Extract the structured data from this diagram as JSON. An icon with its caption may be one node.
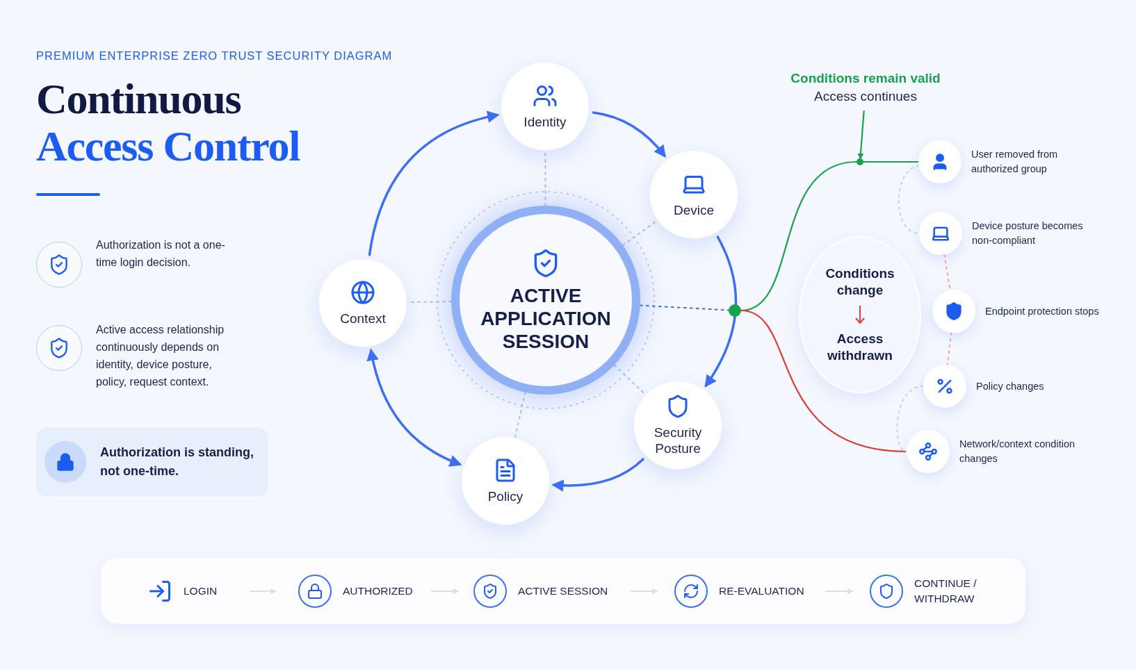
{
  "diagram": {
    "title": "Continuous Access Control",
    "nodes": [
      {
        "text": [
          "Identity"
        ]
      },
      {
        "text": [
          "Device"
        ]
      },
      {
        "text": [
          "Context"
        ]
      },
      {
        "text": [
          "ACTIVE APPLICATION SESSION"
        ]
      },
      {
        "text": [
          "Security Posture"
        ]
      },
      {
        "text": [
          "Policy"
        ]
      },
      {
        "text": [],
        "shape": "circle"
      },
      {
        "text": [
          "Conditions remain valid",
          "Access continues"
        ]
      },
      {
        "text": [],
        "shape": "circle"
      },
      {
        "text": [
          "Conditions change",
          "Access withdrawn"
        ]
      },
      {
        "text": [],
        "shape": "circle",
        "beside": [
          "User removed from authorized group"
        ]
      },
      {
        "text": [],
        "shape": "circle",
        "beside": [
          "Device posture becomes non-compliant"
        ]
      },
      {
        "text": [],
        "shape": "circle",
        "beside": [
          "Endpoint protection stops"
        ]
      },
      {
        "text": [],
        "shape": "circle",
        "beside": [
          "Policy changes"
        ]
      },
      {
        "text": [],
        "shape": "circle",
        "beside": [
          "Network/context condition changes"
        ]
      },
      {
        "text": [
          "LOGIN"
        ]
      },
      {
        "text": [
          "AUTHORIZED"
        ]
      },
      {
        "text": [
          "ACTIVE SESSION"
        ]
      },
      {
        "text": [
          "RE-EVALUATION"
        ]
      },
      {
        "text": [
          "CONTINUE / WITHDRAW"
        ]
      },
      {
        "text": [
          "Authorization is standing, not one-time."
        ]
      }
    ],
    "edges": [
      {
        "from": 2,
        "to": 0,
        "arrow": "to"
      },
      {
        "from": 0,
        "to": 1,
        "arrow": "to"
      },
      {
        "from": 1,
        "to": 4,
        "arrow": "to"
      },
      {
        "from": 4,
        "to": 5,
        "arrow": "to"
      },
      {
        "from": 5,
        "to": 2,
        "arrow": "both"
      },
      {
        "from": 3,
        "to": 0,
        "arrow": "none",
        "style": "dashed",
        "color": "#a9c0f5"
      },
      {
        "from": 3,
        "to": 1,
        "arrow": "none",
        "style": "dashed",
        "color": "#a9c0f5"
      },
      {
        "from": 3,
        "to": 4,
        "arrow": "none",
        "style": "dashed",
        "color": "#a9c0f5"
      },
      {
        "from": 3,
        "to": 5,
        "arrow": "none",
        "style": "dashed",
        "color": "#a9c0f5"
      },
      {
        "from": 3,
        "to": 2,
        "arrow": "none",
        "style": "dashed",
        "color": "#a9c0f5"
      },
      {
        "from": 3,
        "to": 6,
        "arrow": "none",
        "style": "dashed"
      },
      {
        "from": 7,
        "to": 8,
        "arrow": "to",
        "color": "#16a34a"
      },
      {
        "from": 6,
        "to": 8,
        "arrow": "none",
        "color": "#16a34a"
      },
      {
        "from": 8,
        "to": 10,
        "arrow": "none",
        "color": "#16a34a"
      },
      {
        "from": 6,
        "to": 14,
        "arrow": "none",
        "color": "#e53935"
      },
      {
        "from": 10,
        "to": 11,
        "arrow": "none",
        "style": "dashed",
        "color": "#c5d3ea"
      },
      {
        "from": 11,
        "to": 12,
        "arrow": "none",
        "style": "dashed",
        "color": "#f2a5a5"
      },
      {
        "from": 12,
        "to": 13,
        "arrow": "none",
        "style": "dashed",
        "color": "#f2a5a5"
      },
      {
        "from": 13,
        "to": 14,
        "arrow": "none",
        "style": "dashed",
        "color": "#c5d3ea"
      },
      {
        "from": 15,
        "to": 16,
        "arrow": "to",
        "color": "#5b6478"
      },
      {
        "from": 16,
        "to": 17,
        "arrow": "to",
        "color": "#5b6478"
      },
      {
        "from": 17,
        "to": 18,
        "arrow": "to",
        "color": "#5b6478"
      },
      {
        "from": 18,
        "to": 19,
        "arrow": "to",
        "color": "#5b6478"
      }
    ],
    "labels": [
      "PREMIUM ENTERPRISE ZERO TRUST SECURITY DIAGRAM",
      "Authorization is not a one-time login decision.",
      "Active access relationship continuously depends on identity, device posture, policy, request context."
    ]
  }
}
